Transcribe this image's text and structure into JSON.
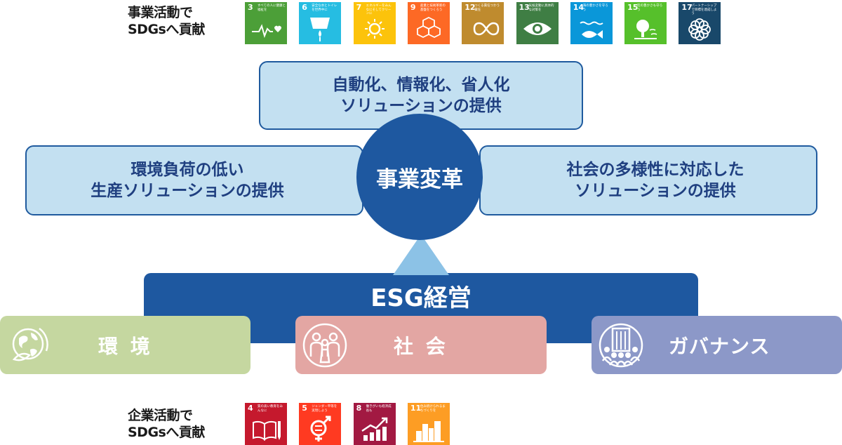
{
  "top_heading": "事業活動で\nSDGsへ貢献",
  "bottom_heading": "企業活動で\nSDGsへ貢献",
  "top_goals": [
    {
      "num": "3",
      "text": "すべての人に健康と福祉を",
      "color": "#4c9f38",
      "icon": "heartbeat-icon"
    },
    {
      "num": "6",
      "text": "安全な水とトイレを世界中に",
      "color": "#26bde2",
      "icon": "water-drop-icon"
    },
    {
      "num": "7",
      "text": "エネルギーをみんなにそしてクリーンに",
      "color": "#fcc30b",
      "icon": "sun-icon"
    },
    {
      "num": "9",
      "text": "産業と技術革新の基盤をつくろう",
      "color": "#fd6925",
      "icon": "cubes-icon"
    },
    {
      "num": "12",
      "text": "つくる責任つかう責任",
      "color": "#bf8b2e",
      "icon": "infinity-icon"
    },
    {
      "num": "13",
      "text": "気候変動に具体的な対策を",
      "color": "#3f7e44",
      "icon": "eye-globe-icon"
    },
    {
      "num": "14",
      "text": "海の豊かさを守ろう",
      "color": "#0a97d9",
      "icon": "fish-icon"
    },
    {
      "num": "15",
      "text": "陸の豊かさも守ろう",
      "color": "#56c02b",
      "icon": "tree-icon"
    },
    {
      "num": "17",
      "text": "パートナーシップで目標を達成しよう",
      "color": "#19486a",
      "icon": "flower-rings-icon"
    }
  ],
  "bottom_goals": [
    {
      "num": "4",
      "text": "質の高い教育をみんなに",
      "color": "#c5192d",
      "icon": "book-pencil-icon"
    },
    {
      "num": "5",
      "text": "ジェンダー平等を実現しよう",
      "color": "#ff3a21",
      "icon": "gender-equality-icon"
    },
    {
      "num": "8",
      "text": "働きがいも経済成長も",
      "color": "#a21942",
      "icon": "growth-chart-icon"
    },
    {
      "num": "11",
      "text": "住み続けられるまちづくりを",
      "color": "#fd9d24",
      "icon": "city-icon"
    }
  ],
  "boxes": {
    "top": "自動化、情報化、省人化\nソリューションの提供",
    "left": "環境負荷の低い\n生産ソリューションの提供",
    "right": "社会の多様性に対応した\nソリューションの提供"
  },
  "center": "事業変革",
  "esg": "ESG経営",
  "pillars": {
    "environment": {
      "label": "環 境",
      "color": "#c5d7a0",
      "icon": "globe-leaf-icon"
    },
    "society": {
      "label": "社 会",
      "color": "#e3a6a3",
      "icon": "people-icon"
    },
    "governance": {
      "label": "ガバナンス",
      "color": "#8c98c8",
      "icon": "building-people-icon"
    }
  }
}
